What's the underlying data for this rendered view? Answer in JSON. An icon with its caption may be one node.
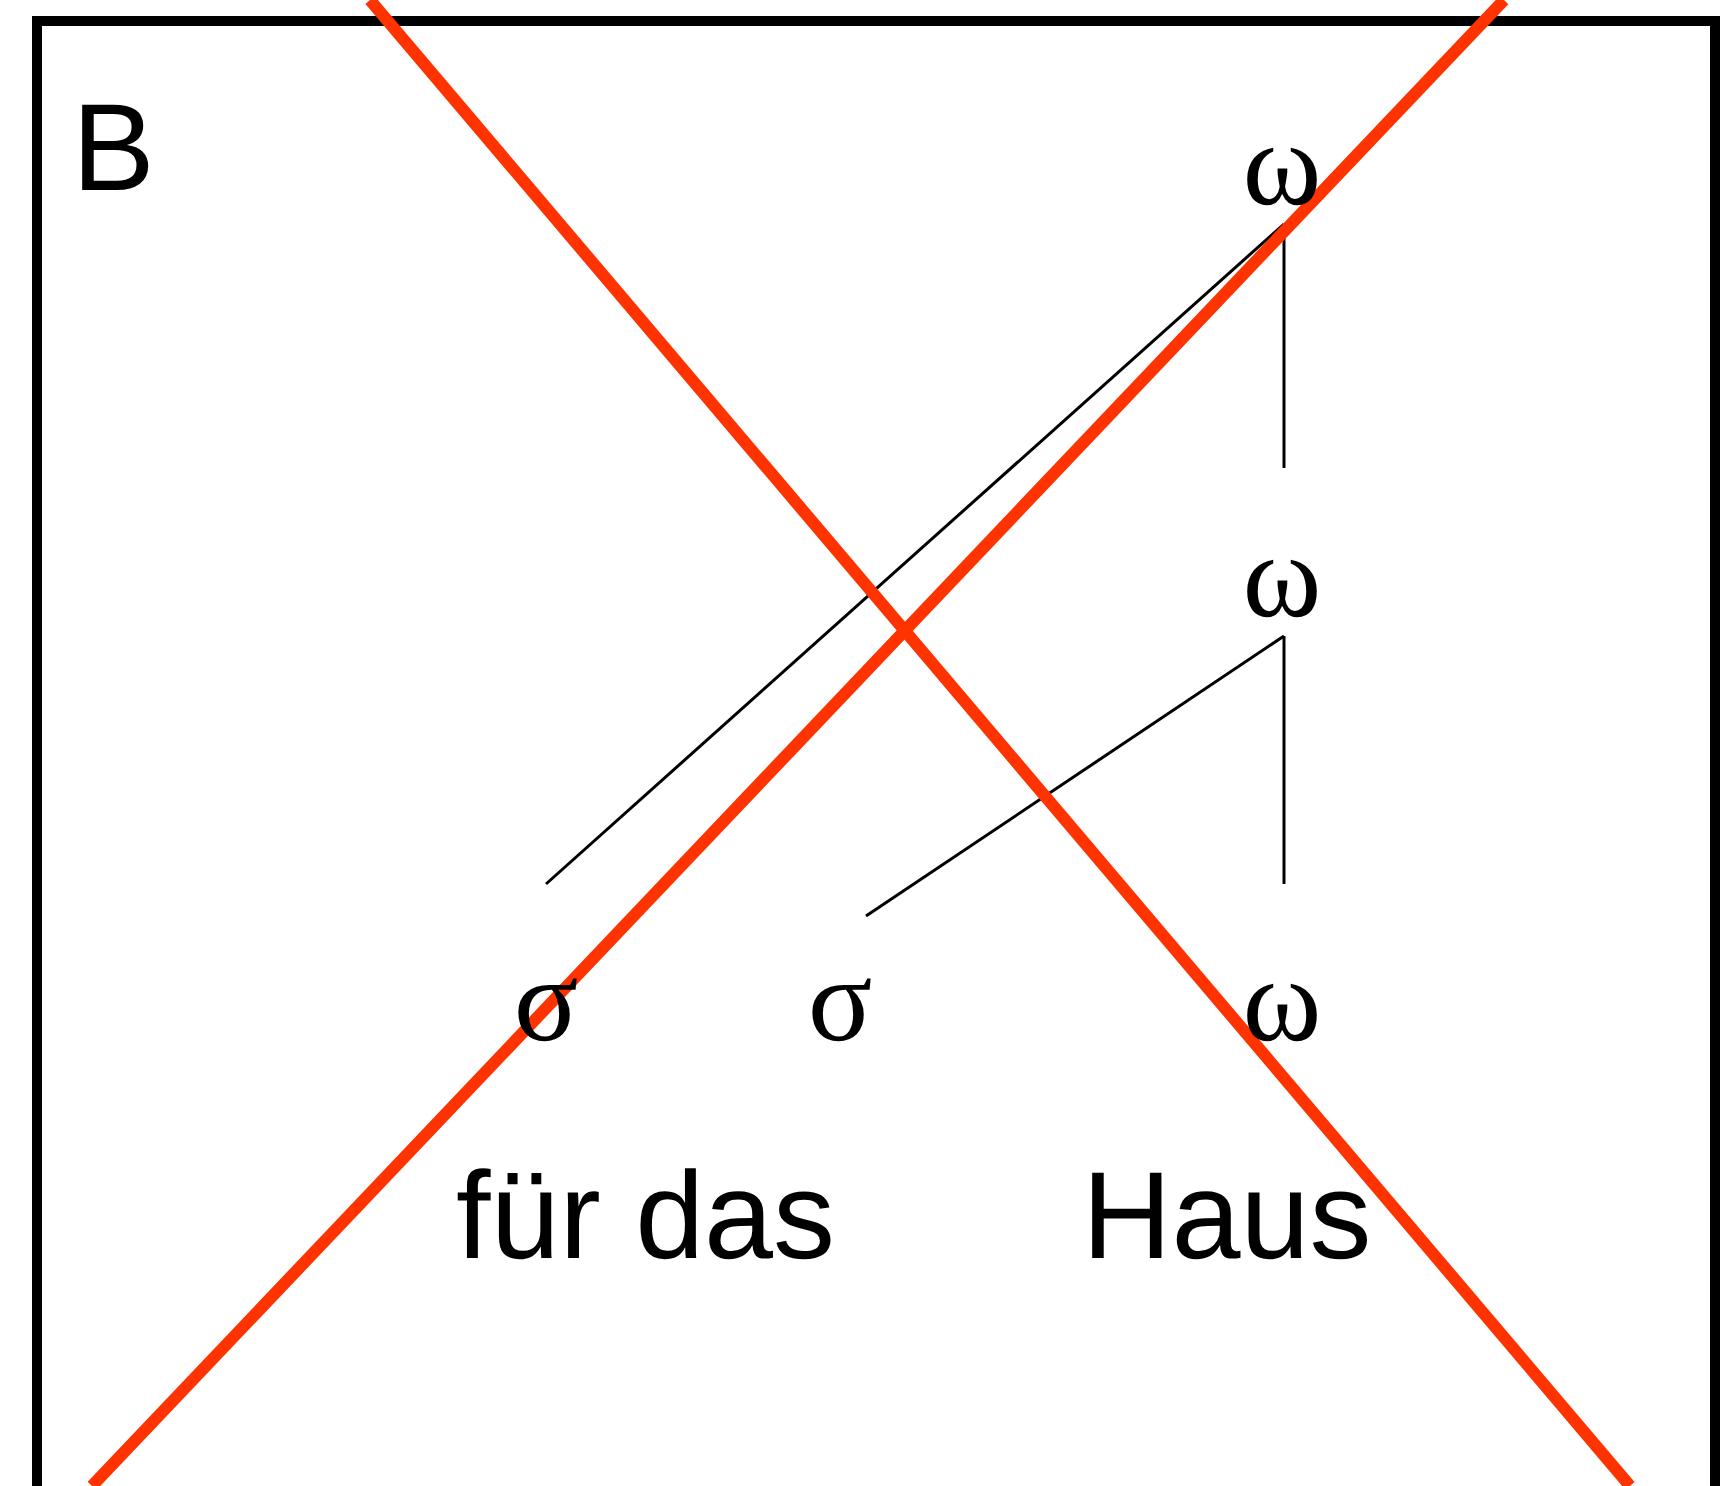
{
  "diagram": {
    "nodes": [
      {
        "text": [
          "ω"
        ]
      },
      {
        "text": [
          "ω"
        ]
      },
      {
        "text": [
          "σ"
        ]
      },
      {
        "text": [
          "σ"
        ]
      },
      {
        "text": [
          "ω"
        ]
      }
    ],
    "edges": [
      {
        "from": 0,
        "to": 2,
        "arrow": "none"
      },
      {
        "from": 0,
        "to": 1,
        "arrow": "none"
      },
      {
        "from": 1,
        "to": 3,
        "arrow": "none"
      },
      {
        "from": 1,
        "to": 4,
        "arrow": "none"
      }
    ],
    "labels": [
      "B",
      "für das",
      "Haus"
    ]
  }
}
